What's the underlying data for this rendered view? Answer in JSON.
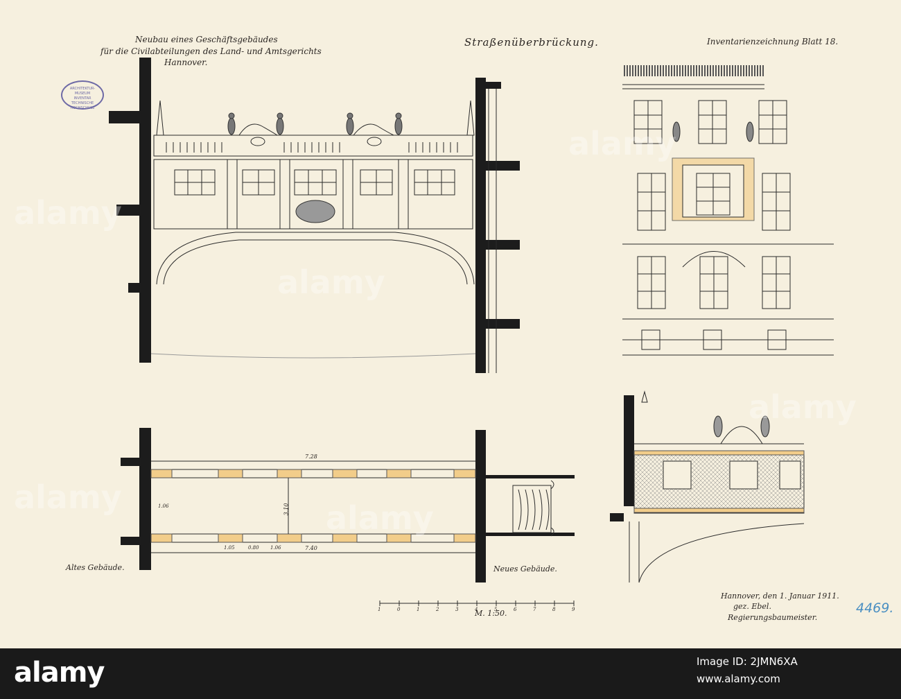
{
  "title_block": {
    "line1": "Neubau eines Geschäftsgebäudes",
    "line2": "für die Civilabteilungen des Land- und Amtsgerichts",
    "line3": "Hannover."
  },
  "main_title": "Straßenüberbrückung.",
  "sheet_label": "Inventarienzeichnung Blatt 18.",
  "stamp": [
    "ARCHITEKTUR-MUSEUM",
    "INVENTAR",
    "TECHNISCHE HOCHSCHULE"
  ],
  "plan_labels": {
    "left": "Altes Gebäude.",
    "right": "Neues Gebäude.",
    "dim_top": "7.28",
    "dim_bottom": "7.40",
    "dim_vertical": "3.10",
    "dim_small_1": "1.05",
    "dim_small_2": "1.06",
    "dim_small_3": "1.06",
    "dim_mid": "0.80"
  },
  "scale": {
    "label": "M. 1:50.",
    "ticks": [
      "1",
      "0",
      "1",
      "2",
      "3",
      "4",
      "5",
      "6",
      "7",
      "8",
      "9"
    ]
  },
  "signature": {
    "line1": "Hannover, den 1. Januar 1911.",
    "line2": "gez. Ebel.",
    "line3": "Regierungsbaumeister."
  },
  "inventory_number": "4469.",
  "watermark": [
    "alamy",
    "alamy",
    "alamy",
    "alamy",
    "alamy",
    "alamy"
  ],
  "footer": {
    "logo": "alamy",
    "image_id": "Image ID: 2JMN6XA",
    "url": "www.alamy.com"
  },
  "colors": {
    "paper": "#f6f0df",
    "ink": "#1c1c1c",
    "wall_fill": "#f2cd8a",
    "stamp": "#6e6aa6",
    "inv_number": "#4a8fc2",
    "footer": "#1a1a1a"
  }
}
